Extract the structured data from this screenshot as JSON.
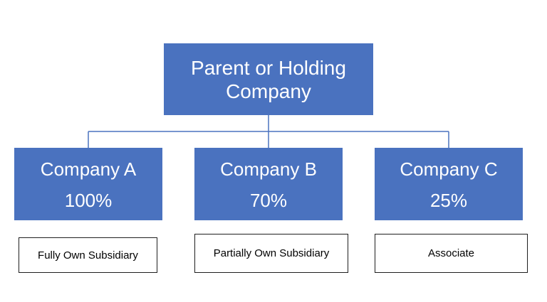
{
  "parent": {
    "title": "Parent or Holding Company"
  },
  "companies": [
    {
      "name": "Company A",
      "percent": "100%",
      "relationship": "Fully Own Subsidiary"
    },
    {
      "name": "Company B",
      "percent": "70%",
      "relationship": "Partially Own Subsidiary"
    },
    {
      "name": "Company C",
      "percent": "25%",
      "relationship": "Associate"
    }
  ],
  "colors": {
    "box_fill": "#4a72bf",
    "connector": "#4a72bf",
    "tag_border": "#1f1f1f"
  }
}
